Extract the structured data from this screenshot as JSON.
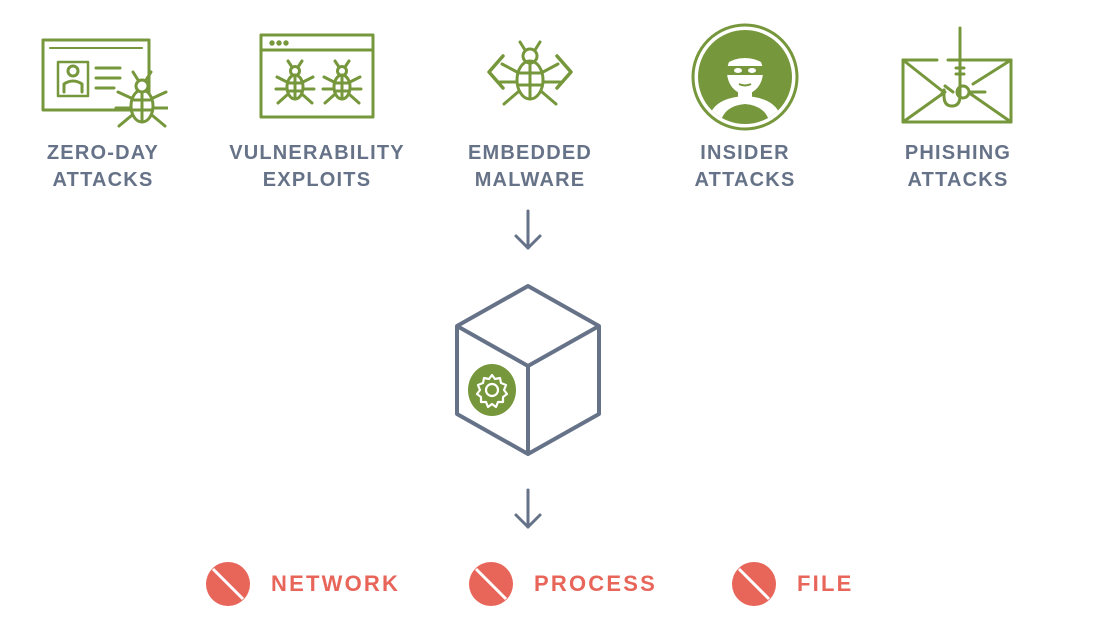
{
  "threats": [
    {
      "id": "zero-day",
      "line1": "ZERO-DAY",
      "line2": "ATTACKS",
      "icon": "id-card-bug-icon"
    },
    {
      "id": "vulnerability",
      "line1": "VULNERABILITY",
      "line2": "EXPLOITS",
      "icon": "browser-bugs-icon"
    },
    {
      "id": "embedded",
      "line1": "EMBEDDED",
      "line2": "MALWARE",
      "icon": "code-bug-icon"
    },
    {
      "id": "insider",
      "line1": "INSIDER",
      "line2": "ATTACKS",
      "icon": "masked-person-icon"
    },
    {
      "id": "phishing",
      "line1": "PHISHING",
      "line2": "ATTACKS",
      "icon": "envelope-hook-icon"
    }
  ],
  "blocked": [
    {
      "label": "NETWORK",
      "icon": "prohibited-icon"
    },
    {
      "label": "PROCESS",
      "icon": "prohibited-icon"
    },
    {
      "label": "FILE",
      "icon": "prohibited-icon"
    }
  ],
  "colors": {
    "green": "#76973b",
    "slate": "#667287",
    "red": "#e8655a"
  }
}
